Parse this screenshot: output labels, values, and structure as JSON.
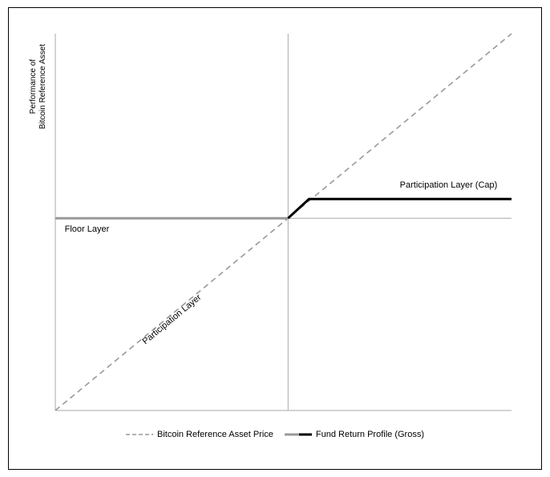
{
  "chart_data": {
    "type": "line",
    "ylabel": [
      "Performance of",
      "Bitcoin Reference Asset"
    ],
    "xlabel": "",
    "grid": false,
    "legend_placement": "bottom",
    "series": [
      {
        "name": "Bitcoin Reference Asset Price",
        "style": "dashed",
        "color": "#999999",
        "x": [
          -100,
          96
        ],
        "y": [
          -100,
          96
        ]
      },
      {
        "name": "Fund Return Profile (Gross)",
        "style": "solid",
        "segments": [
          {
            "color": "#999999",
            "x": [
              -100,
              0
            ],
            "y": [
              0,
              0
            ]
          },
          {
            "color": "#000000",
            "x": [
              0,
              9,
              96
            ],
            "y": [
              0,
              10,
              10
            ]
          }
        ]
      }
    ],
    "xlim": [
      -100,
      96
    ],
    "ylim": [
      -100,
      96
    ],
    "annotations": [
      {
        "text": "Floor Layer",
        "x": -96,
        "y": -7
      },
      {
        "text": "Participation Layer (Cap)",
        "x": 48,
        "y": 16
      },
      {
        "text": "Participation Layer",
        "x": -52,
        "y": -52,
        "rotation": "along-line"
      }
    ]
  },
  "colors": {
    "gray": "#999999",
    "black": "#000000",
    "axis": "#aaaaaa"
  }
}
